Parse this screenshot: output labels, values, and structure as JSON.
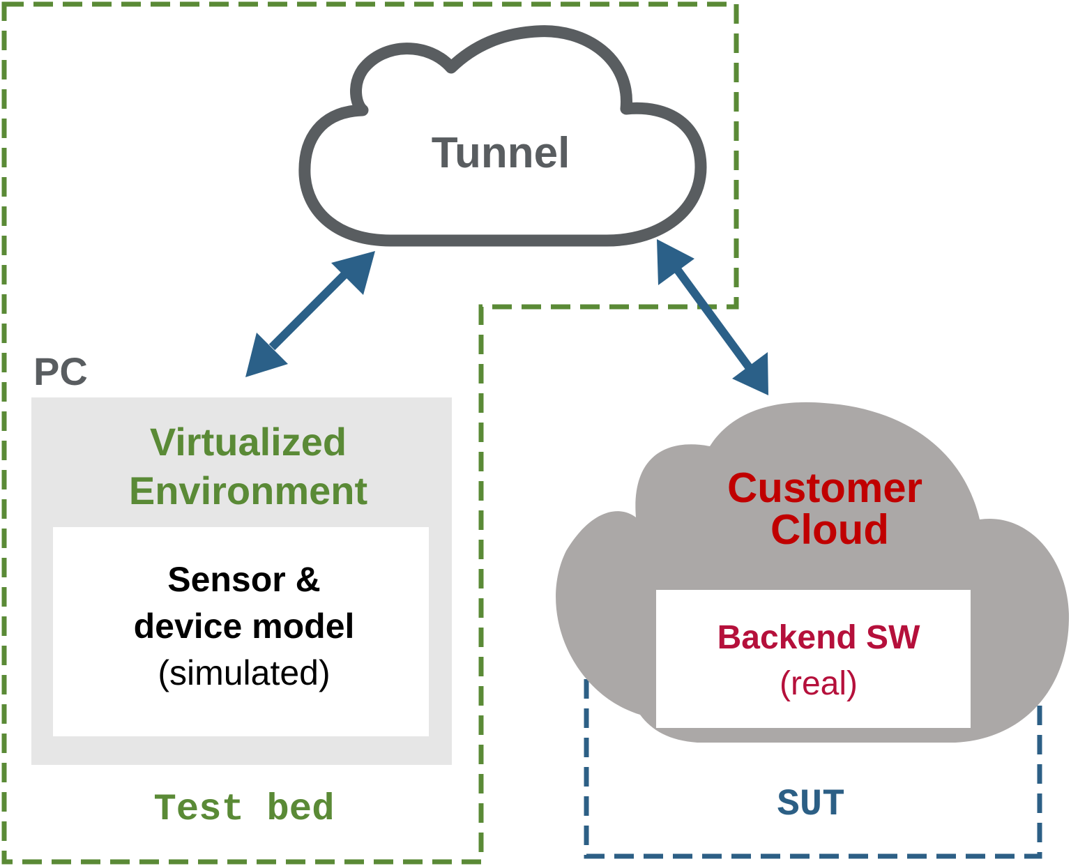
{
  "labels": {
    "tunnel": "Tunnel",
    "pc": "PC",
    "virtualized_line1": "Virtualized",
    "virtualized_line2": "Environment",
    "sensor_line1": "Sensor &",
    "sensor_line2": "device model",
    "sensor_line3": "(simulated)",
    "test_bed": "Test bed",
    "customer_line1": "Customer",
    "customer_line2": "Cloud",
    "backend_line1": "Backend SW",
    "backend_line2": "(real)",
    "sut": "SUT"
  },
  "colors": {
    "green": "#5a8a36",
    "blue": "#2c5f85",
    "arrow": "#2b6088",
    "tunnel_stroke": "#595d60",
    "tunnel_text": "#595d60",
    "pc_text": "#595d60",
    "customer_cloud_fill": "#aba8a7",
    "customer_text": "#c00000",
    "backend_text": "#b5103b",
    "pc_box_fill": "#e6e6e6",
    "text_dark": "#000000"
  }
}
